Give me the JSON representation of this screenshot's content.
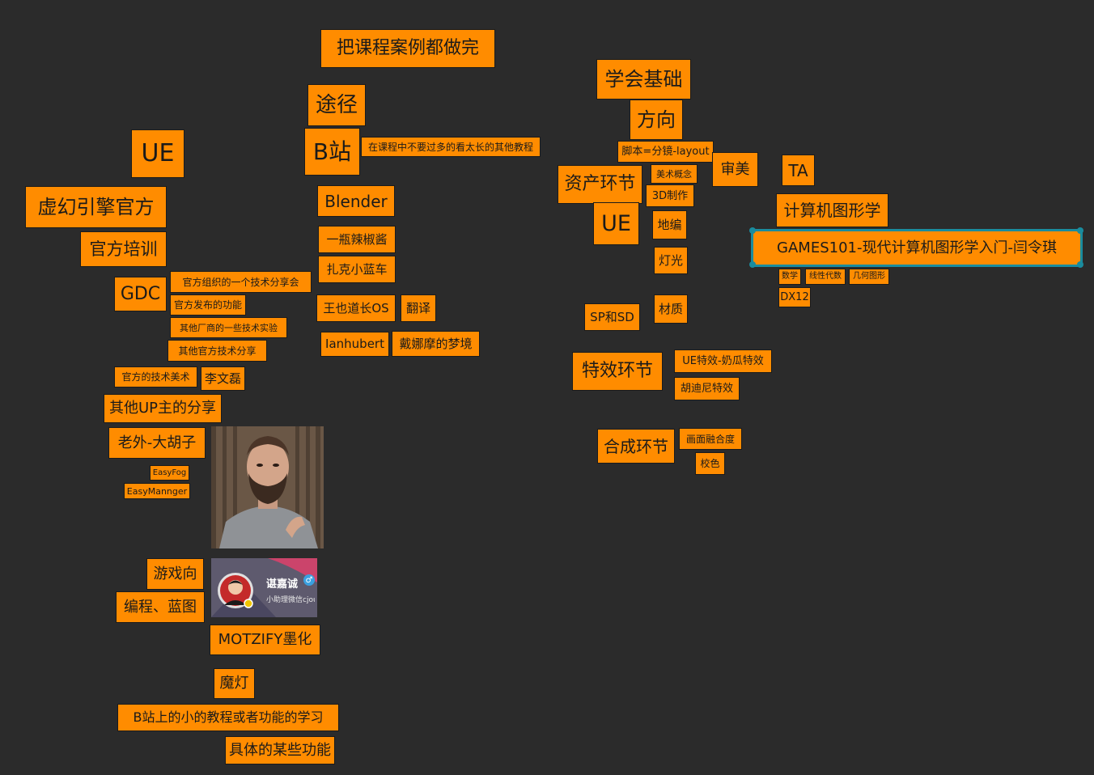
{
  "nodes": {
    "complete_all_cases": "把课程案例都做完",
    "route": "途径",
    "bilibili": "B站",
    "bilibili_note": "在课程中不要过多的看太长的其他教程",
    "ue_left": "UE",
    "unreal_official": "虚幻引擎官方",
    "official_training": "官方培训",
    "gdc": "GDC",
    "gdc_desc": "官方组织的一个技术分享会",
    "official_release": "官方发布的功能",
    "vendor_experiments": "其他厂商的一些技术实验",
    "other_official": "其他官方技术分享",
    "official_ta": "官方的技术美术",
    "li_wenlei": "李文磊",
    "other_up": "其他UP主的分享",
    "foreigner": "老外-大胡子",
    "easyfog": "EasyFog",
    "easymannger": "EasyMannger",
    "game_oriented": "游戏向",
    "programming_bp": "编程、蓝图",
    "motzify": "MOTZIFY墨化",
    "modeng": "魔灯",
    "bilibili_small": "B站上的小的教程或者功能的学习",
    "specific_features": "具体的某些功能",
    "blender": "Blender",
    "pepper_sauce": "一瓶辣椒酱",
    "poker_car": "扎克小蓝车",
    "wang_os": "王也道长OS",
    "translate": "翻译",
    "ianhubert": "Ianhubert",
    "daina_dream": "戴娜摩的梦境",
    "learn_basics": "学会基础",
    "direction": "方向",
    "script_layout": "脚本=分镜-layout",
    "aesthetics": "审美",
    "asset_stage": "资产环节",
    "art_concept": "美术概念",
    "make_3d": "3D制作",
    "ue_mid": "UE",
    "terrain": "地编",
    "lighting": "灯光",
    "sp_sd": "SP和SD",
    "material": "材质",
    "vfx_stage": "特效环节",
    "ue_vfx": "UE特效-奶瓜特效",
    "hudini_vfx": "胡迪尼特效",
    "compositing": "合成环节",
    "image_blend": "画面融合度",
    "color_grade": "校色",
    "ta": "TA",
    "cg": "计算机图形学",
    "games101": "GAMES101-现代计算机图形学入门-闫令琪",
    "math": "数学",
    "linear_algebra": "线性代数",
    "geometry": "几何图形",
    "dx12": "DX12"
  },
  "embedded_card": {
    "name": "谌嘉诚",
    "gender_icon": "male-icon",
    "subtitle": "小助理微信cjou"
  },
  "colors": {
    "background": "#2b2b2b",
    "node_fill": "#ff8c00",
    "selection": "#1a8c9e"
  }
}
